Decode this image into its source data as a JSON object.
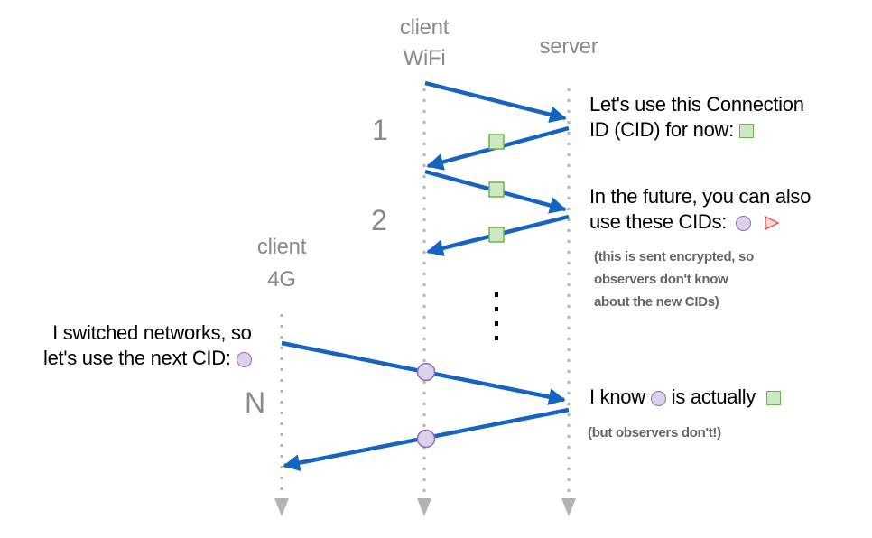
{
  "headers": {
    "client_wifi": [
      "client",
      "WiFi"
    ],
    "server": "server",
    "client_4g": [
      "client",
      "4G"
    ]
  },
  "steps": {
    "one": "1",
    "two": "2",
    "n": "N"
  },
  "messages": {
    "m1": [
      "Let's use this Connection",
      "ID (CID) for now:"
    ],
    "m2": [
      "In the future, you can also",
      "use these CIDs:"
    ],
    "m2_note": [
      "(this is sent encrypted, so",
      "observers don't know",
      "about the new CIDs)"
    ],
    "m3": [
      "I switched networks, so",
      "let's use the next CID:"
    ],
    "m4": {
      "before": "I know",
      "after": "is actually"
    },
    "m4_note": "(but observers don't!)"
  },
  "icons": {
    "cid_square": "green-square",
    "cid_circle": "purple-circle",
    "cid_triangle": "red-triangle"
  },
  "colors": {
    "arrow": "#1565c0",
    "lifeline": "#b3b3b3",
    "square_fill": "#cfe8c4",
    "square_stroke": "#6fb04d",
    "circle_fill": "#dcd0ea",
    "circle_stroke": "#8e6fb3",
    "triangle_fill": "#f8d7d7",
    "triangle_stroke": "#e05a5a"
  }
}
